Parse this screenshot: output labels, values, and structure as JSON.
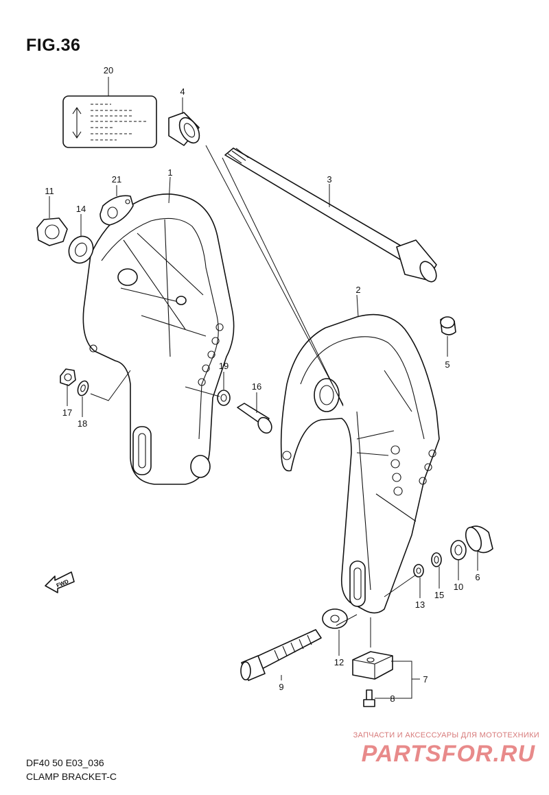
{
  "figure": {
    "title": "FIG.36"
  },
  "footer": {
    "model": "DF40 50 E03_036",
    "name": "CLAMP BRACKET-C"
  },
  "watermark": {
    "caption": "ЗАПЧАСТИ И АКСЕССУАРЫ ДЛЯ МОТОТЕХНИКИ",
    "logo": "PARTSFOR.RU"
  },
  "callouts": [
    "1",
    "2",
    "3",
    "4",
    "5",
    "6",
    "7",
    "8",
    "9",
    "10",
    "11",
    "12",
    "13",
    "14",
    "15",
    "16",
    "17",
    "18",
    "19",
    "20",
    "21"
  ],
  "fwd_label": "FWD",
  "icons": [
    "fwd-arrow-icon",
    "up-down-arrow-icon"
  ]
}
